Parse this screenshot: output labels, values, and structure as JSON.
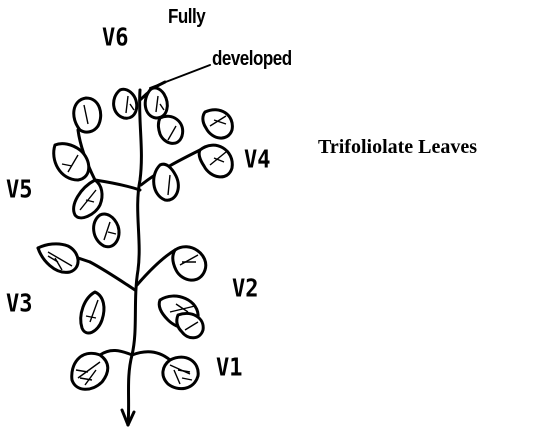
{
  "labels": {
    "v6": "V6",
    "v5": "V5",
    "v4": "V4",
    "v3": "V3",
    "v2": "V2",
    "v1": "V1",
    "fully": "Fully",
    "developed": "developed"
  },
  "caption": "Trifoliolate Leaves"
}
